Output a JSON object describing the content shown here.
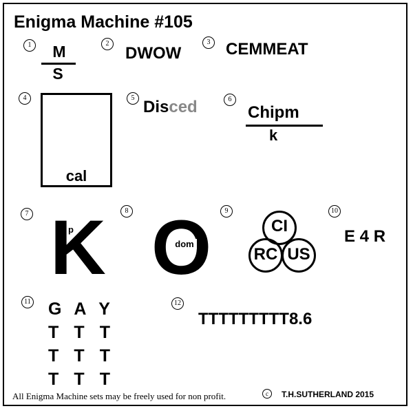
{
  "title": "Enigma Machine #105",
  "numbers": [
    "1",
    "2",
    "3",
    "4",
    "5",
    "6",
    "7",
    "8",
    "9",
    "10",
    "11",
    "12"
  ],
  "puzzles": {
    "p1": {
      "top": "M",
      "bottom": "S"
    },
    "p2": {
      "text": "DWOW"
    },
    "p3": {
      "text": "CEMMEAT"
    },
    "p4": {
      "inner": "cal"
    },
    "p5": {
      "dark": "Dis",
      "light": "ced",
      "light_color": "#888888"
    },
    "p6": {
      "top": "Chipm",
      "bottom": "k"
    },
    "p7": {
      "big": "K",
      "small": "p"
    },
    "p8": {
      "big": "O",
      "inner": "dom"
    },
    "p9": {
      "top": "CI",
      "left": "RC",
      "right": "US"
    },
    "p10": {
      "text": "E 4 R"
    },
    "p11": {
      "rows": [
        [
          "G",
          "A",
          "Y"
        ],
        [
          "T",
          "T",
          "T"
        ],
        [
          "T",
          "T",
          "T"
        ],
        [
          "T",
          "T",
          "T"
        ]
      ]
    },
    "p12": {
      "text": "TTTTTTTTT8.6"
    }
  },
  "footer": {
    "note": "All Enigma Machine sets may be freely used for non profit.",
    "copyright_symbol": "c",
    "copyright": "T.H.SUTHERLAND 2015"
  }
}
